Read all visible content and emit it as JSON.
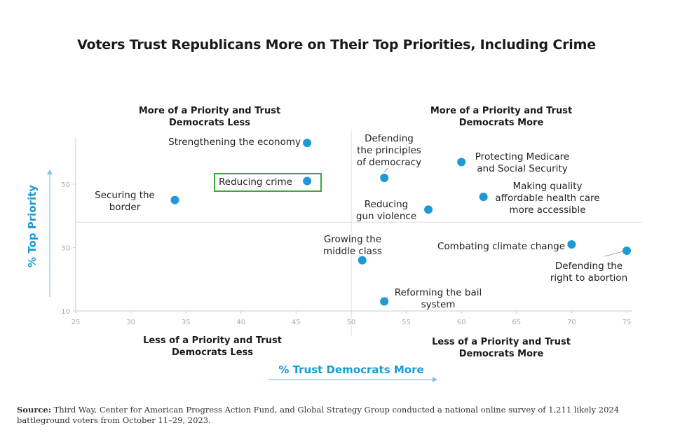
{
  "title": "Voters Trust Republicans More on Their Top Priorities, Including Crime",
  "quadrants": {
    "top_left": "More of a Priority and Trust Democrats Less",
    "top_right": "More of a Priority and Trust Democrats More",
    "bottom_left": "Less of a Priority and Trust Democrats Less",
    "bottom_right": "Less of a Priority and Trust Democrats More"
  },
  "source": {
    "label": "Source:",
    "text": "Third Way, Center for American Progress Action Fund, and Global Strategy Group conducted a national online survey of 1,211 likely 2024 battleground voters from October 11–29, 2023."
  },
  "colors": {
    "point": "#1a9ad6",
    "axis_label": "#1a9ad6",
    "highlight_box": "#3aa935",
    "text": "#222222",
    "tick": "#aaaaaa",
    "axis_line": "#cccccc"
  },
  "chart_data": {
    "type": "scatter",
    "xlabel": "% Trust Democrats More",
    "ylabel": "% Top Priority",
    "xlim": [
      25,
      75
    ],
    "ylim": [
      10,
      63
    ],
    "xticks": [
      25,
      30,
      35,
      40,
      45,
      50,
      55,
      60,
      65,
      70,
      75
    ],
    "yticks": [
      10,
      30,
      50
    ],
    "x_divider": 50,
    "y_divider": 38,
    "grid": false,
    "points": [
      {
        "label": "Strengthening the economy",
        "x": 46,
        "y": 63,
        "highlight": false
      },
      {
        "label": "Reducing crime",
        "x": 46,
        "y": 51,
        "highlight": true
      },
      {
        "label": "Securing the border",
        "x": 34,
        "y": 45,
        "highlight": false
      },
      {
        "label": "Defending the principles of democracy",
        "x": 53,
        "y": 52,
        "highlight": false
      },
      {
        "label": "Protecting Medicare and Social Security",
        "x": 60,
        "y": 57,
        "highlight": false
      },
      {
        "label": "Making quality affordable health care more accessible",
        "x": 62,
        "y": 46,
        "highlight": false
      },
      {
        "label": "Reducing gun violence",
        "x": 57,
        "y": 42,
        "highlight": false
      },
      {
        "label": "Growing the middle class",
        "x": 51,
        "y": 26,
        "highlight": false
      },
      {
        "label": "Combating climate change",
        "x": 70,
        "y": 31,
        "highlight": false
      },
      {
        "label": "Defending the right to abortion",
        "x": 75,
        "y": 29,
        "highlight": false
      },
      {
        "label": "Reforming the bail system",
        "x": 53,
        "y": 13,
        "highlight": false
      }
    ]
  }
}
